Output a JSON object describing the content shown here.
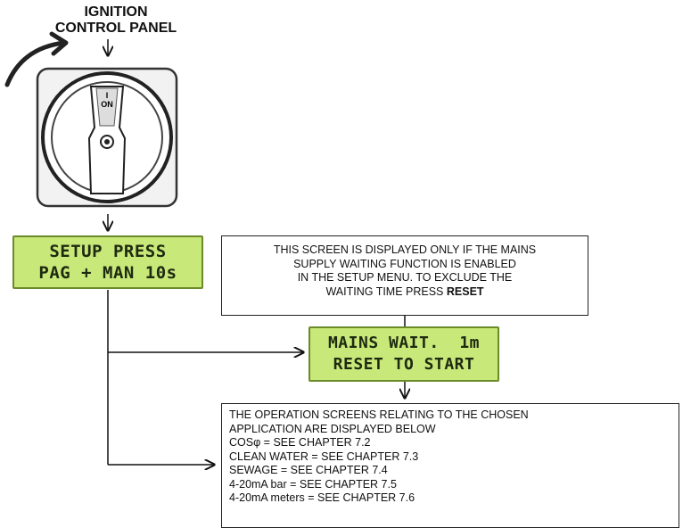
{
  "header": {
    "line1": "IGNITION",
    "line2": "CONTROL PANEL"
  },
  "switch": {
    "pos_mark": "I",
    "pos_label": "ON"
  },
  "setup_display": {
    "line1": "SETUP PRESS",
    "line2": "PAG + MAN 10s"
  },
  "mains_note": {
    "line1": "THIS SCREEN IS DISPLAYED ONLY IF THE MAINS",
    "line2": "SUPPLY WAITING FUNCTION IS ENABLED",
    "line3": "IN THE SETUP MENU. TO EXCLUDE THE",
    "line4_prefix": "WAITING TIME PRESS ",
    "line4_bold": "RESET"
  },
  "mains_display": {
    "line1": "MAINS WAIT.  1m",
    "line2": "RESET TO START"
  },
  "operations": {
    "intro1": "THE OPERATION SCREENS RELATING TO THE CHOSEN",
    "intro2": "APPLICATION ARE DISPLAYED BELOW",
    "items": [
      "COSφ = SEE CHAPTER 7.2",
      "CLEAN WATER = SEE CHAPTER 7.3",
      "SEWAGE = SEE CHAPTER 7.4",
      "4-20mA bar = SEE CHAPTER 7.5",
      "4-20mA meters = SEE CHAPTER 7.6"
    ]
  },
  "colors": {
    "lcd": "#c8e87a",
    "lcd_border": "#6b8a2a",
    "arrow": "#595959",
    "brace": "#555555"
  }
}
